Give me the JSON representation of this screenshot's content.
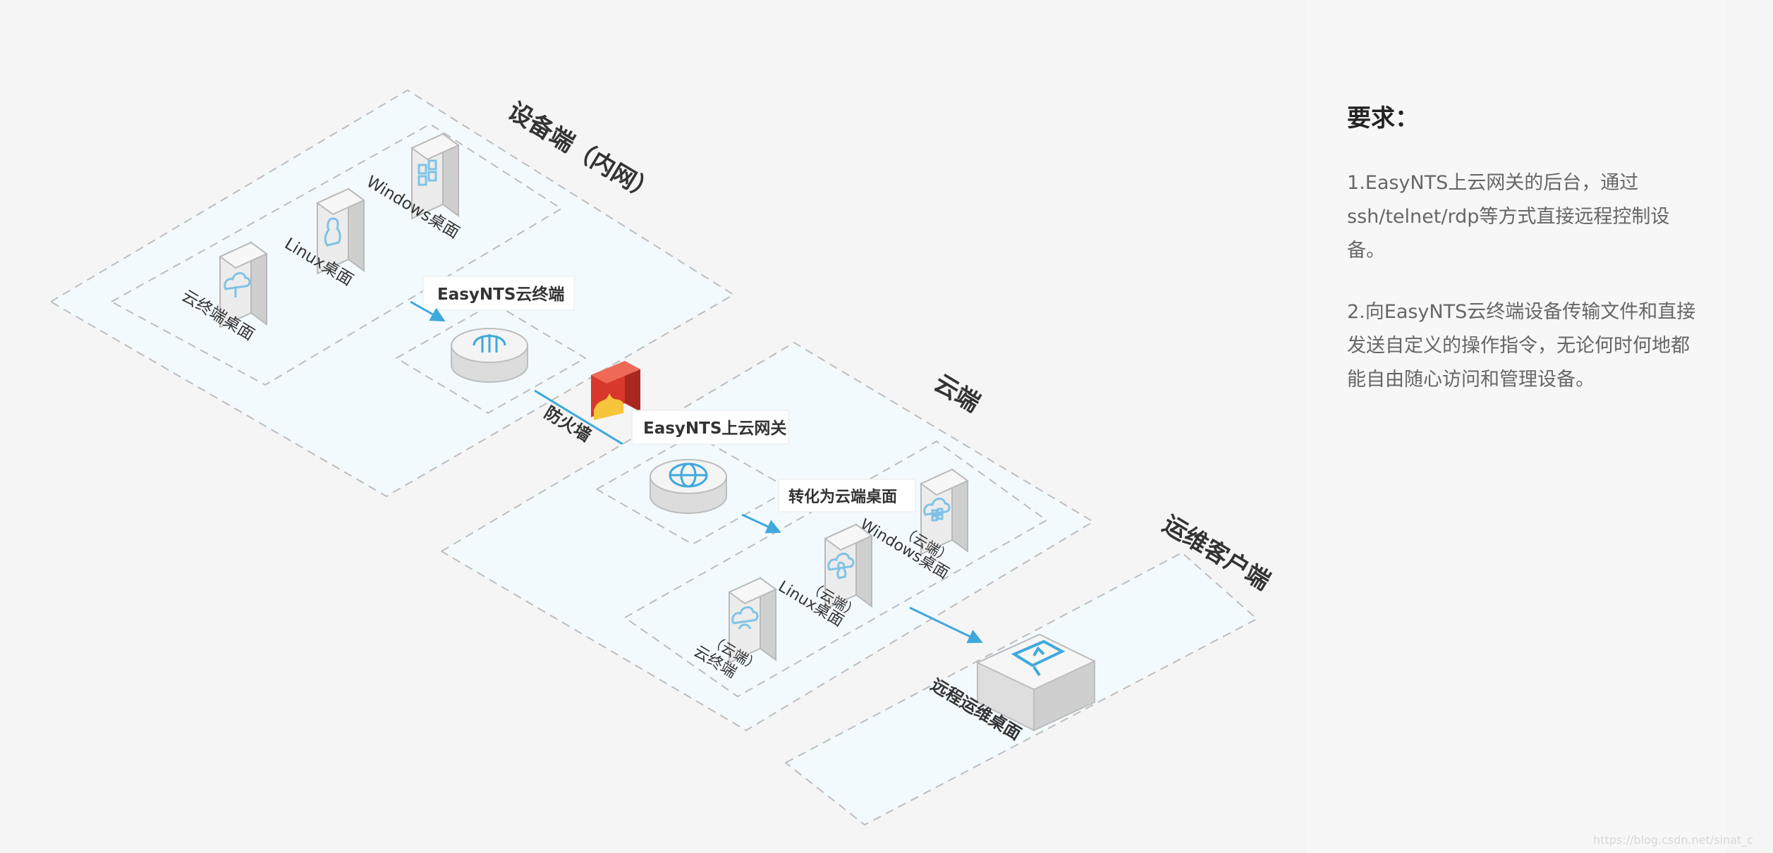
{
  "diagram": {
    "zones": {
      "device": "设备端（内网）",
      "cloud": "云端",
      "ops": "运维客户端"
    },
    "device_items": {
      "windows": "Windows桌面",
      "linux": "Linux桌面",
      "cloud_terminal": "云终端桌面"
    },
    "callouts": {
      "terminal": "EasyNTS云终端",
      "gateway": "EasyNTS上云网关",
      "convert": "转化为云端桌面"
    },
    "firewall": "防火墙",
    "cloud_items": {
      "windows_tag": "（云端）",
      "windows": "Windows桌面",
      "linux_tag": "（云端）",
      "linux": "Linux桌面",
      "terminal_tag": "（云端）",
      "terminal": "云终端"
    },
    "ops_item": "远程运维桌面"
  },
  "requirements": {
    "title": "要求：",
    "item1": "1.EasyNTS上云网关的后台，通过ssh/telnet/rdp等方式直接远程控制设备。",
    "item2": "2.向EasyNTS云终端设备传输文件和直接发送自定义的操作指令，无论何时何地都能自由随心访问和管理设备。"
  },
  "watermark": "https://blog.csdn.net/sinat_c",
  "colors": {
    "accent": "#3fa9dc",
    "zone_fill": "#f3fafd",
    "zone_stroke": "#b8b8b8",
    "firewall": "#d8382c"
  }
}
